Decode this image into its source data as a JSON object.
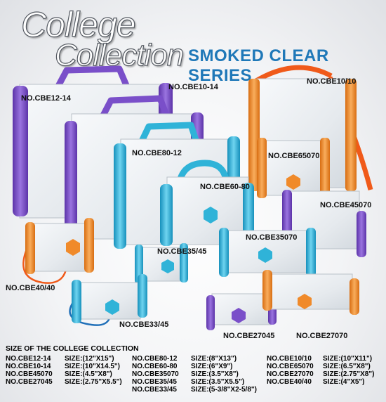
{
  "title": {
    "line1": "College",
    "line2": "Collection",
    "series": "SMOKED CLEAR SERIES"
  },
  "colors": {
    "purple": "#7a4fc9",
    "blue": "#2fb3d8",
    "orange": "#f08a2a",
    "body": "#e9edf1",
    "series_text": "#1f78b8"
  },
  "labels": {
    "cbe12_14": "NO.CBE12-14",
    "cbe10_14": "NO.CBE10-14",
    "cbe10_10": "NO.CBE10/10",
    "cbe80_12": "NO.CBE80-12",
    "cbe65070": "NO.CBE65070",
    "cbe60_80": "NO.CBE60-80",
    "cbe45070": "NO.CBE45070",
    "cbe35070": "NO.CBE35070",
    "cbe35_45": "NO.CBE35/45",
    "cbe40_40": "NO.CBE40/40",
    "cbe33_45": "NO.CBE33/45",
    "cbe27045": "NO.CBE27045",
    "cbe27070": "NO.CBE27070"
  },
  "sizes": {
    "heading": "SIZE OF THE COLLEGE COLLECTION",
    "columns": [
      [
        {
          "model": "NO.CBE12-14",
          "size": "SIZE:(12\"X15\")"
        },
        {
          "model": "NO.CBE10-14",
          "size": "SIZE:(10\"X14.5\")"
        },
        {
          "model": "NO.CBE45070",
          "size": "SIZE:(4.5\"X8\")"
        },
        {
          "model": "NO.CBE27045",
          "size": "SIZE:(2.75\"X5.5\")"
        }
      ],
      [
        {
          "model": "NO.CBE80-12",
          "size": "SIZE:(8\"X13\")"
        },
        {
          "model": "NO.CBE60-80",
          "size": "SIZE:(6\"X9\")"
        },
        {
          "model": "NO.CBE35070",
          "size": "SIZE:(3.5\"X8\")"
        },
        {
          "model": "NO.CBE35/45",
          "size": "SIZE:(3.5\"X5.5\")"
        },
        {
          "model": "NO.CBE33/45",
          "size": "SIZE:(5-3/8\"X2-5/8\")"
        }
      ],
      [
        {
          "model": "NO.CBE10/10",
          "size": "SIZE:(10\"X11\")"
        },
        {
          "model": "NO.CBE65070",
          "size": "SIZE:(6.5\"X8\")"
        },
        {
          "model": "NO.CBE27070",
          "size": "SIZE:(2.75\"X8\")"
        },
        {
          "model": "NO.CBE40/40",
          "size": "SIZE:(4\"X5\")"
        }
      ]
    ]
  }
}
